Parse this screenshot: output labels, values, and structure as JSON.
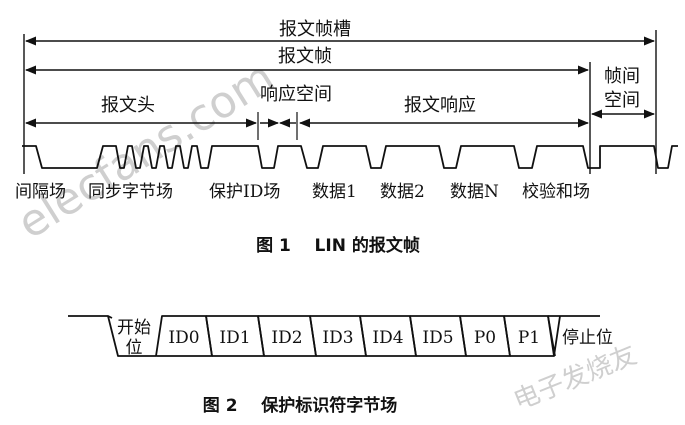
{
  "figure1": {
    "labels": {
      "frame_slot": "报文帧槽",
      "frame": "报文帧",
      "header": "报文头",
      "response_space": "响应空间",
      "response": "报文响应",
      "interframe_line1": "帧间",
      "interframe_line2": "空间"
    },
    "fields": [
      "间隔场",
      "同步字节场",
      "保护ID场",
      "数据1",
      "数据2",
      "数据N",
      "校验和场"
    ],
    "caption": "图 1    LIN 的报文帧"
  },
  "figure2": {
    "start_line1": "开始",
    "start_line2": "位",
    "bits": [
      "ID0",
      "ID1",
      "ID2",
      "ID3",
      "ID4",
      "ID5",
      "P0",
      "P1"
    ],
    "stop": "停止位",
    "caption": "图 2    保护标识符字节场"
  },
  "watermarks": {
    "site": "elecfans.com",
    "brand": "电子发烧友"
  }
}
